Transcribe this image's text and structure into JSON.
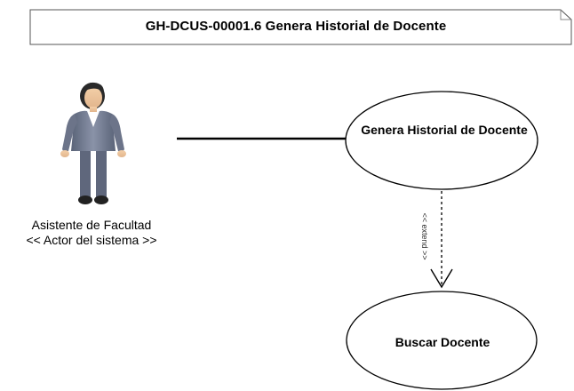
{
  "diagram": {
    "title": "GH-DCUS-00001.6 Genera Historial de Docente",
    "actor": {
      "icon": "businesswoman-actor-icon",
      "name": "Asistente de Facultad",
      "stereotype": "<< Actor del sistema >>"
    },
    "use_cases": [
      {
        "label": "Genera Historial de Docente"
      },
      {
        "label": "Buscar Docente"
      }
    ],
    "relationships": {
      "extend_label": "<< extend >>"
    }
  }
}
